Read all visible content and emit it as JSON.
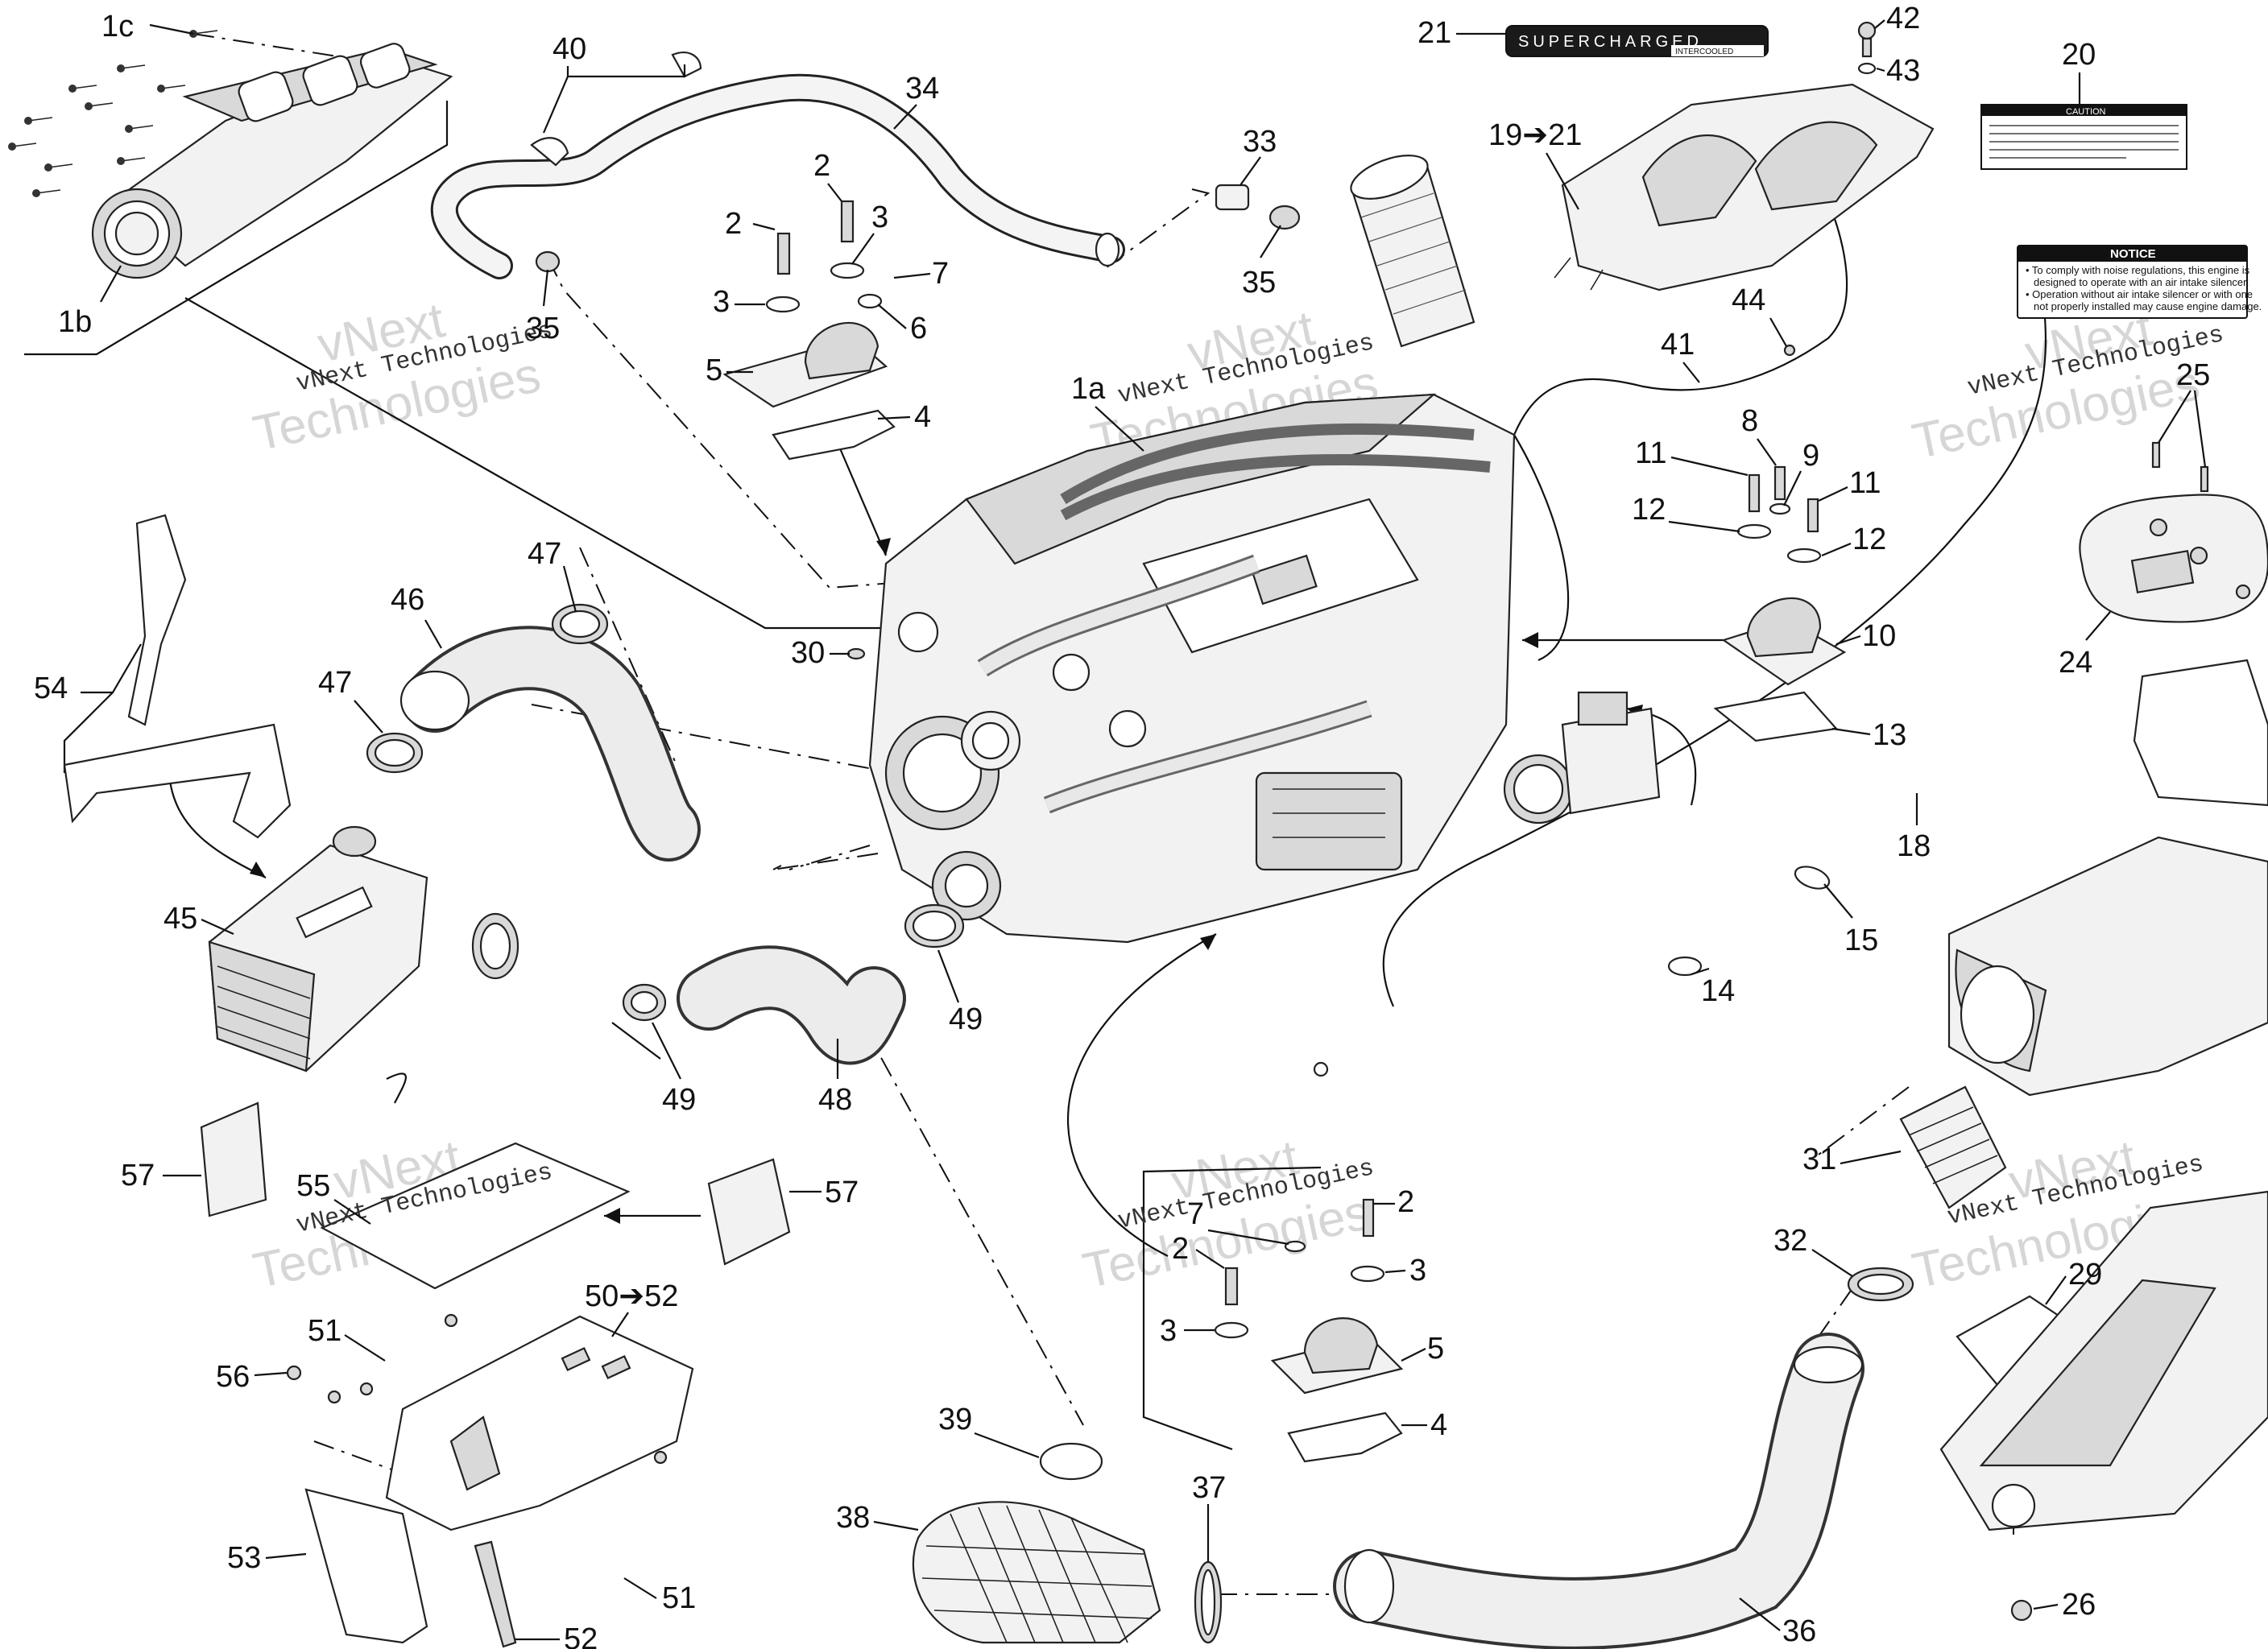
{
  "watermarks": [
    {
      "line1": "vNext Technologies",
      "ghost1": "vNext",
      "ghost2": "Technologies"
    },
    {
      "line1": "vNext Technologies",
      "ghost1": "vNext",
      "ghost2": "Technologies"
    },
    {
      "line1": "vNext Technologies",
      "ghost1": "vNext",
      "ghost2": "Technologies"
    },
    {
      "line1": "vNext Technologies",
      "ghost1": "vNext",
      "ghost2": "Technologies"
    },
    {
      "line1": "vNext Technologies",
      "ghost1": "vNext",
      "ghost2": "Technologies"
    },
    {
      "line1": "vNext Technologies",
      "ghost1": "vNext",
      "ghost2": "Technologies"
    }
  ],
  "decals": {
    "supercharged": "SUPERCHARGED",
    "intercooled": "INTERCOOLED",
    "caution_title": "CAUTION",
    "notice_title": "NOTICE",
    "notice_line1": "• To comply with noise regulations, this engine is",
    "notice_line2": "designed to operate with an air intake silencer.",
    "notice_line3": "• Operation without air intake silencer or with one",
    "notice_line4": "not properly installed may cause engine damage."
  },
  "callouts": {
    "c1c": "1c",
    "c1b": "1b",
    "c1a": "1a",
    "c40": "40",
    "c34": "34",
    "c35a": "35",
    "c35b": "35",
    "c33": "33",
    "c2a": "2",
    "c2b": "2",
    "c3a": "3",
    "c3b": "3",
    "c7a": "7",
    "c6a": "6",
    "c5a": "5",
    "c4a": "4",
    "c21": "21",
    "c42": "42",
    "c43": "43",
    "c20": "20",
    "c19": "19➔21",
    "c44": "44",
    "c41": "41",
    "c25": "25",
    "c11a": "11",
    "c8": "8",
    "c9": "9",
    "c11b": "11",
    "c12a": "12",
    "c12b": "12",
    "c10": "10",
    "c13": "13",
    "c24": "24",
    "c18": "18",
    "c15": "15",
    "c14": "14",
    "c47a": "47",
    "c46": "46",
    "c47b": "47",
    "c30": "30",
    "c54": "54",
    "c45": "45",
    "c49a": "49",
    "c49b": "49",
    "c48": "48",
    "c57a": "57",
    "c57b": "57",
    "c55": "55",
    "c50": "50➔52",
    "c51a": "51",
    "c56": "56",
    "c53": "53",
    "c51b": "51",
    "c52": "52",
    "c7b": "7",
    "c2c": "2",
    "c2d": "2",
    "c3c": "3",
    "c3d": "3",
    "c5b": "5",
    "c4b": "4",
    "c31": "31",
    "c32": "32",
    "c29": "29",
    "c39": "39",
    "c38": "38",
    "c37": "37",
    "c36": "36",
    "c26": "26"
  }
}
